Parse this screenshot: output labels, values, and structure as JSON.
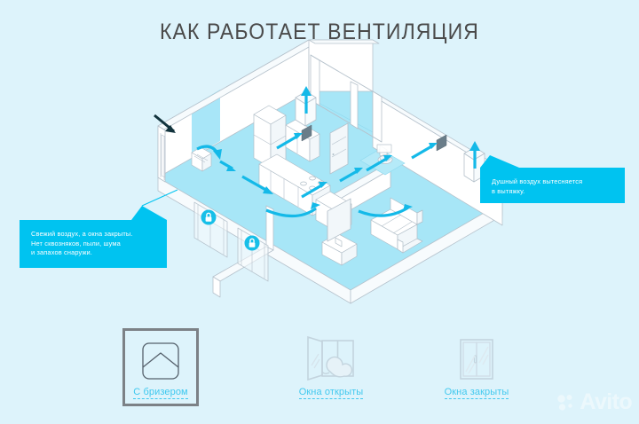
{
  "page": {
    "title": "КАК РАБОТАЕТ ВЕНТИЛЯЦИЯ",
    "background_color": "#ddf3fb",
    "accent_color": "#00c3f0",
    "title_color": "#4a4a4a"
  },
  "callouts": {
    "left": {
      "lines": [
        "Свежий воздух, а окна закрыты.",
        "Нет сквозняков, пыли, шума",
        "и запахов снаружи."
      ],
      "color": "#00c3f0"
    },
    "right": {
      "lines": [
        "Душный воздух вытесняется",
        "в вытяжку."
      ],
      "color": "#00c3f0"
    }
  },
  "tabs": [
    {
      "id": "brizer",
      "label": "С бризером",
      "icon": "brizer-device-icon",
      "active": true
    },
    {
      "id": "open",
      "label": "Окна открыты",
      "icon": "open-window-icon",
      "active": false
    },
    {
      "id": "closed",
      "label": "Окна закрыты",
      "icon": "closed-window-icon",
      "active": false
    }
  ],
  "watermark": {
    "text": "Avito"
  },
  "scene": {
    "description": "Изометрический план квартиры с потоками воздуха",
    "elements": [
      "breather-unit",
      "locked-window-1",
      "locked-window-2",
      "kitchen-cabinets",
      "kitchen-stove",
      "refrigerator",
      "interior-door",
      "toilet",
      "sofa",
      "tv-stand",
      "exhaust-vent-kitchen",
      "exhaust-vent-bathroom",
      "airflow-arrows"
    ]
  }
}
